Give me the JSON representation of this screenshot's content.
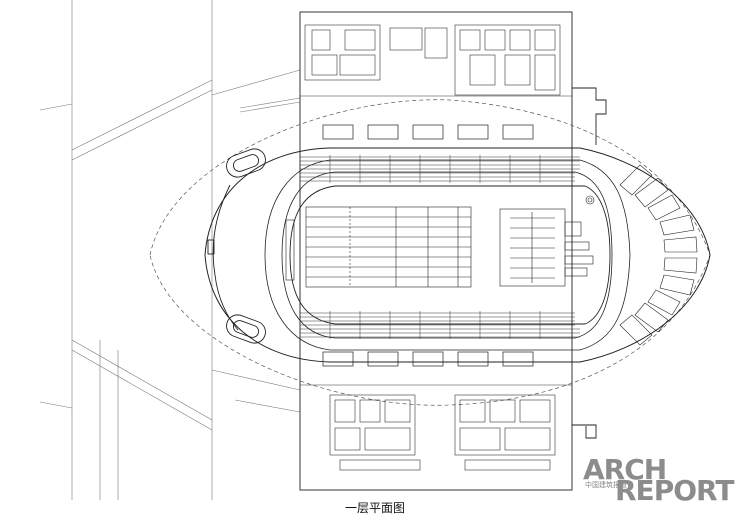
{
  "caption": "一层平面图",
  "logo": {
    "line1": "ARCH",
    "line2": "REPORT",
    "chinese": "中国建筑报道"
  }
}
